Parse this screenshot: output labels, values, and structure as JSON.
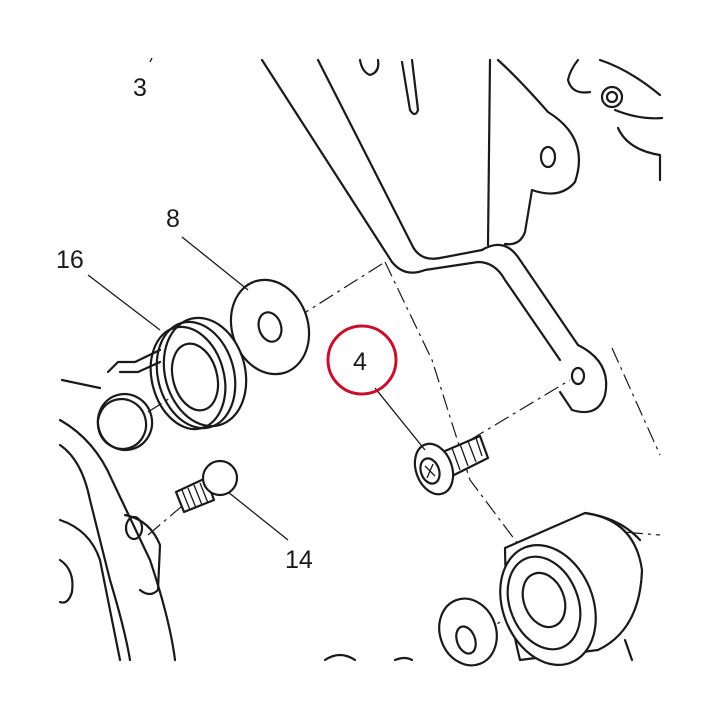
{
  "diagram": {
    "part_labels": {
      "label_3": "3",
      "label_8": "8",
      "label_16": "16",
      "label_4": "4",
      "label_14": "14"
    },
    "highlight": {
      "part": "4",
      "color": "#c8102e"
    }
  }
}
